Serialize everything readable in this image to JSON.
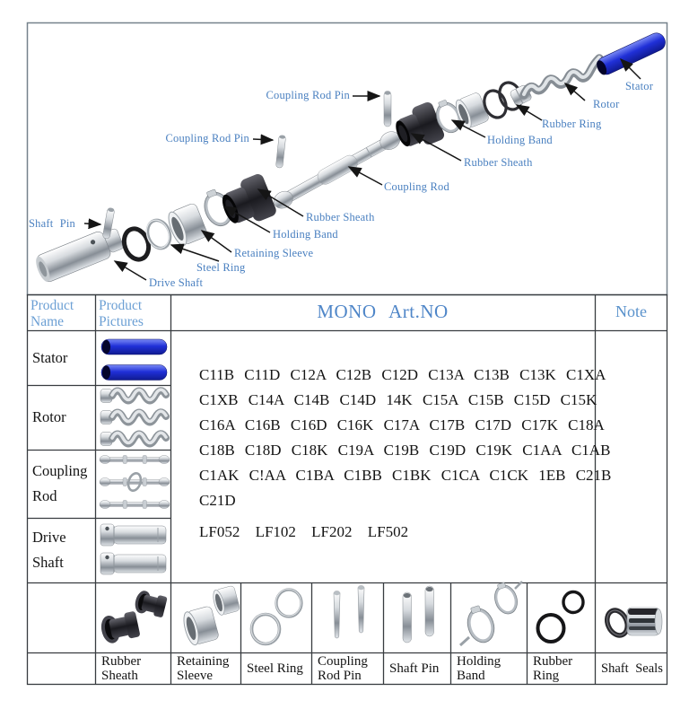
{
  "diagram": {
    "labels": {
      "coupling_rod_pin_top": "Coupling Rod Pin",
      "coupling_rod_pin_left": "Coupling Rod Pin",
      "shaft_pin": "Shaft Pin",
      "stator": "Stator",
      "rotor": "Rotor",
      "rubber_ring": "Rubber Ring",
      "holding_band_right": "Holding Band",
      "rubber_sheath_right": "Rubber Sheath",
      "coupling_rod": "Coupling Rod",
      "rubber_sheath_left": "Rubber Sheath",
      "holding_band_left": "Holding Band",
      "retaining_sleeve": "Retaining Sleeve",
      "steel_ring": "Steel Ring",
      "drive_shaft": "Drive Shaft"
    },
    "parts": [
      "stator",
      "rotor",
      "rubber-ring",
      "retaining-sleeve",
      "holding-band",
      "rubber-sheath",
      "coupling-rod",
      "coupling-rod-pin",
      "shaft-pin",
      "steel-ring",
      "drive-shaft"
    ]
  },
  "table": {
    "headers": {
      "product_name": "Product Name",
      "product_pictures": "Product Pictures",
      "art_no": "MONO Art.NO",
      "note": "Note"
    },
    "row_names": [
      "Stator",
      "Rotor",
      "Coupling Rod",
      "Drive Shaft"
    ],
    "art_no_lines": [
      "C11B C11D C12A C12B C12D C13A C13B C13K C1XA",
      "C1XB C14A C14B C14D 14K C15A C15B C15D C15K",
      "C16A C16B C16D C16K C17A C17B C17D C17K C18A",
      "C18B C18D C18K C19A C19B C19D C19K C1AA C1AB",
      "C1AK C!AA C1BA C1BB C1BK C1CA C1CK 1EB C21B",
      "C21D"
    ],
    "lf_codes": "LF052 LF102 LF202 LF502",
    "bottom_labels": [
      "Rubber Sheath",
      "Retaining Sleeve",
      "Steel Ring",
      "Coupling Rod Pin",
      "Shaft Pin",
      "Holding Band",
      "Rubber Ring",
      "Shaft Seals"
    ]
  },
  "colors": {
    "header_blue": "#6b9fd4",
    "art_header_blue": "#4f86c8",
    "label_blue": "#4a80c0",
    "text_dark": "#141414",
    "stator_blue": "#2230cc",
    "border_dark": "#383c40",
    "diagram_border": "#76828c"
  }
}
